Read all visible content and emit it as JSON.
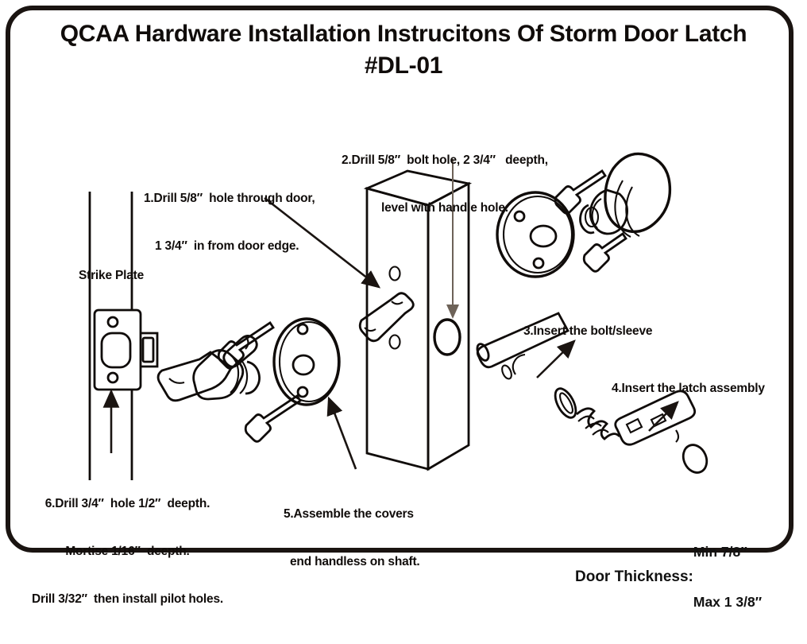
{
  "document": {
    "title_line1": "QCAA Hardware Installation Instrucitons Of Storm Door Latch",
    "title_line2": "#DL-01"
  },
  "labels": {
    "strike_plate": "Strike Plate"
  },
  "steps": [
    {
      "id": "step-1",
      "lines": [
        "1.Drill 5/8″  hole through door,",
        "1 3/4″  in from door edge."
      ]
    },
    {
      "id": "step-2",
      "lines": [
        "2.Drill 5/8″  bolt hole, 2 3/4″   deepth,",
        "level with handle hole."
      ]
    },
    {
      "id": "step-3",
      "lines": [
        "3.Insert the bolt/sleeve"
      ]
    },
    {
      "id": "step-4",
      "lines": [
        "4.Insert the latch assembly"
      ]
    },
    {
      "id": "step-5",
      "lines": [
        "5.Assemble the covers",
        "end handless on shaft."
      ]
    },
    {
      "id": "step-6",
      "lines": [
        "6.Drill 3/4″  hole 1/2″  deepth.",
        "Mortise 1/16″  deepth.",
        "Drill 3/32″  then install pilot holes."
      ]
    }
  ],
  "specification": {
    "label": "Door Thickness:",
    "min": "Min 7/8″",
    "max": "Max 1 3/8″"
  },
  "colors": {
    "ink": "#100c0a",
    "border": "#1a1411",
    "arrow_gray": "#6d6258",
    "paper": "#ffffff"
  }
}
